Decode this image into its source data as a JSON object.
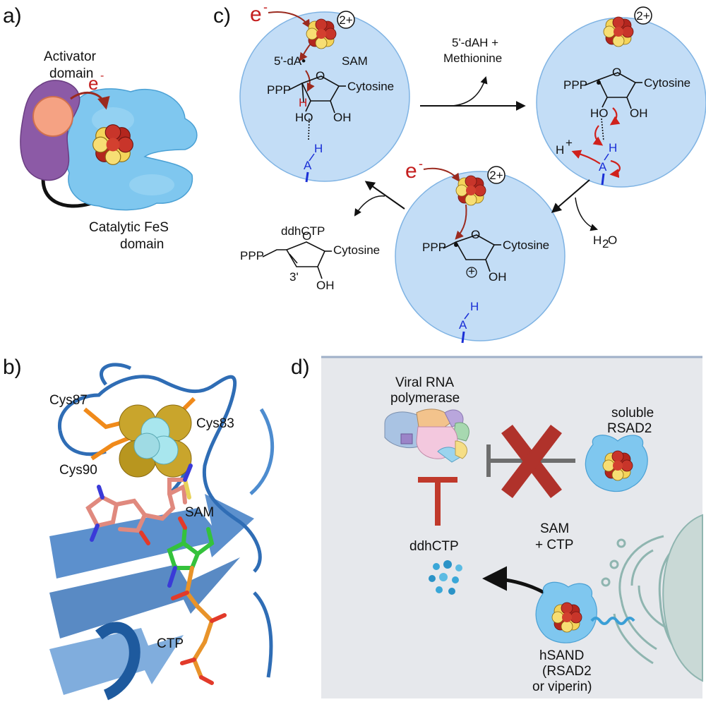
{
  "panels": {
    "a": "a)",
    "b": "b)",
    "c": "c)",
    "d": "d)"
  },
  "panel_a": {
    "activator": [
      "Activator",
      "domain"
    ],
    "electron": "e",
    "electron_sup": "-",
    "catalytic": [
      "Catalytic FeS",
      "domain"
    ]
  },
  "panel_b": {
    "cys87": "Cys87",
    "cys83": "Cys83",
    "cys90": "Cys90",
    "sam": "SAM",
    "ctp": "CTP"
  },
  "panel_c": {
    "electron": "e",
    "electron_sup": "-",
    "charge": "2+",
    "dA": "5'-dA•",
    "sam": "SAM",
    "ppp": "PPP",
    "cytosine": "Cytosine",
    "ho": "HO",
    "oh": "OH",
    "h": "H",
    "a": "A",
    "o": "O",
    "products": [
      "5'-dAH +",
      "Methionine"
    ],
    "h_plus": "H",
    "plus": "+",
    "water": "H",
    "water_sub": "2",
    "water_o": "O",
    "ddhctp": "ddhCTP",
    "three_prime": "3'",
    "cation": "+"
  },
  "panel_d": {
    "polymerase": [
      "Viral RNA",
      "polymerase"
    ],
    "soluble": [
      "soluble",
      "RSAD2"
    ],
    "substrates": [
      "SAM",
      "+ CTP"
    ],
    "ddhctp": "ddhCTP",
    "hsand": [
      "hSAND",
      "(RSAD2",
      "or viperin)"
    ]
  },
  "colors": {
    "circle_fill": "#c3ddf6",
    "circle_stroke": "#7fb3e3",
    "protein_blue": "#7fc7ef",
    "activator_purple": "#8c5aa6",
    "cluster_red": "#b3261e",
    "cluster_yellow": "#f4d45a",
    "inhibit_red": "#c0392b",
    "panel_d_bg": "#e6e8ec",
    "cartoon_blue": "#2f6db5",
    "sulfur_gold": "#c9a52c",
    "iron_cyan": "#a8e6ee"
  }
}
